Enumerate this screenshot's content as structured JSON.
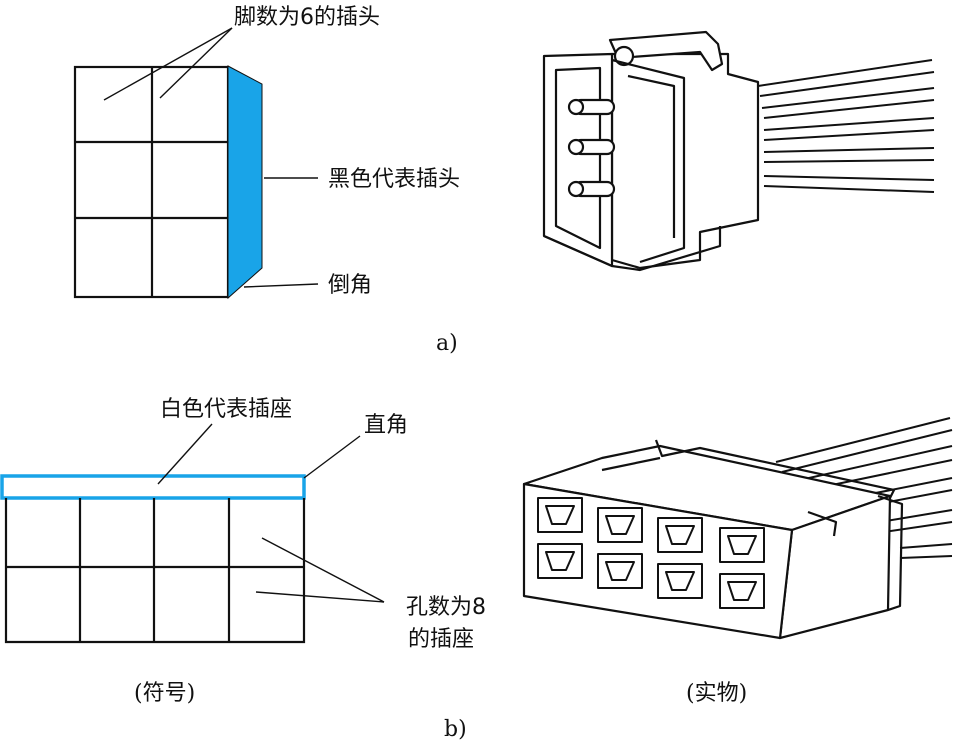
{
  "figure_a": {
    "label_pins": "脚数为6的插头",
    "label_black": "黑色代表插头",
    "label_chamfer": "倒角",
    "caption": "a)",
    "accent_color": "#19a4e8"
  },
  "figure_b": {
    "label_white": "白色代表插座",
    "label_right_angle": "直角",
    "label_holes_line1": "孔数为8",
    "label_holes_line2": "的插座",
    "caption_symbol": "(符号)",
    "caption_object": "(实物)",
    "caption": "b)",
    "accent_color": "#19a4e8"
  }
}
